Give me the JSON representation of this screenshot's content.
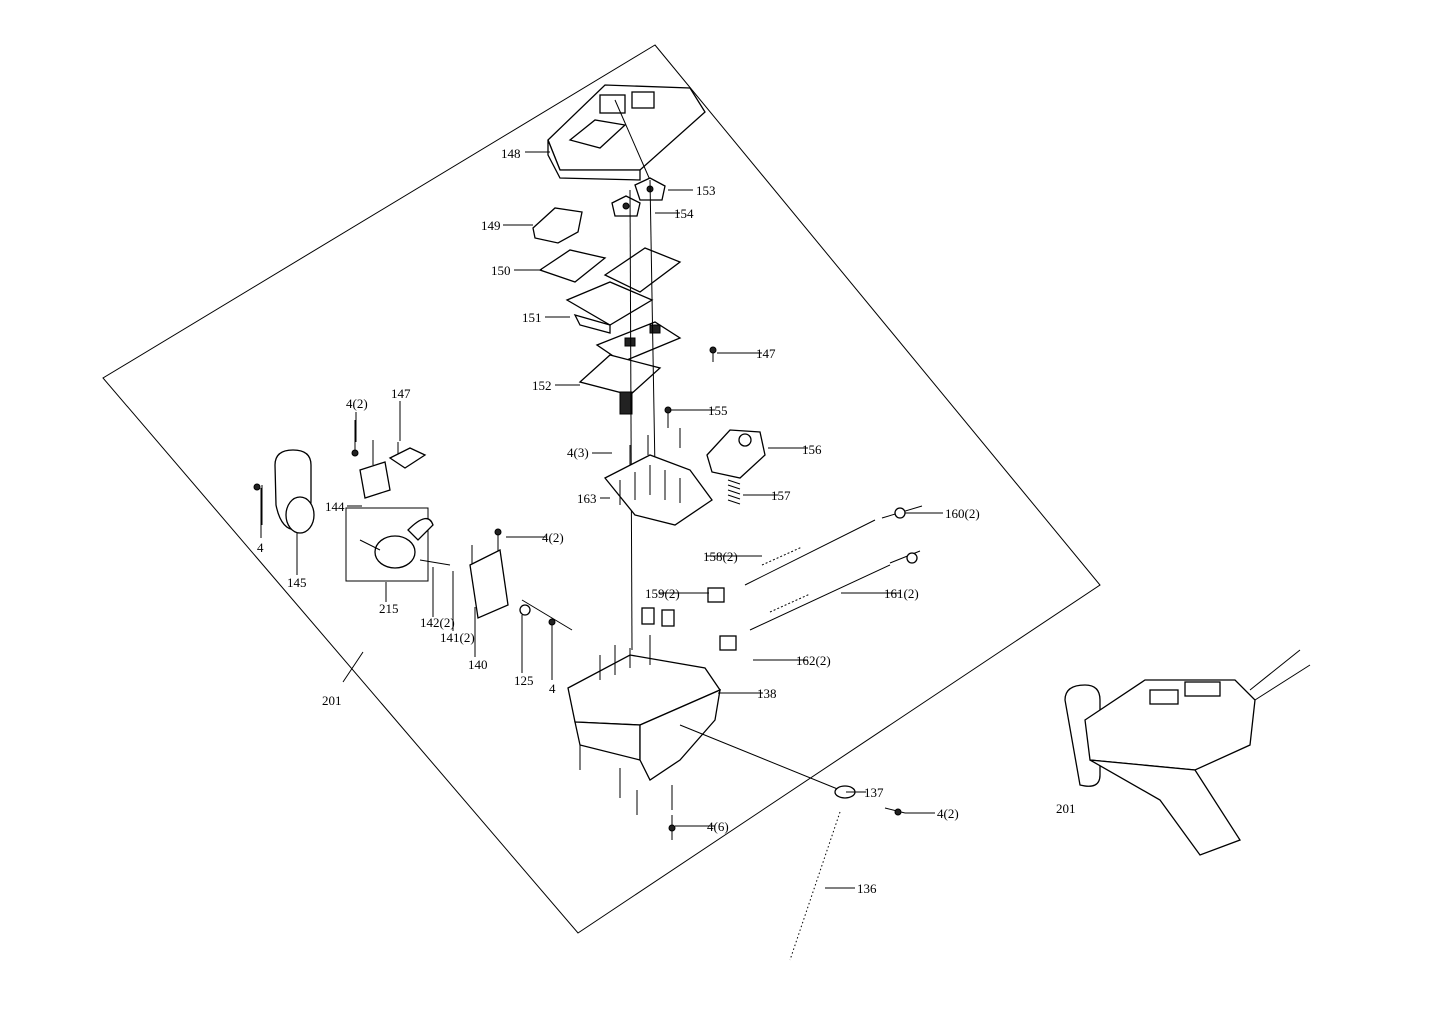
{
  "diagram": {
    "type": "exploded-parts-diagram",
    "labels": [
      "148",
      "153",
      "154",
      "149",
      "150",
      "151",
      "147",
      "152",
      "155",
      "4(2)",
      "147",
      "4(3)",
      "156",
      "163",
      "157",
      "144",
      "160(2)",
      "4",
      "4(2)",
      "158(2)",
      "145",
      "215",
      "159(2)",
      "161(2)",
      "142(2)",
      "141(2)",
      "140",
      "162(2)",
      "125",
      "4",
      "138",
      "201",
      "201",
      "137",
      "4(2)",
      "4(6)",
      "136"
    ]
  }
}
